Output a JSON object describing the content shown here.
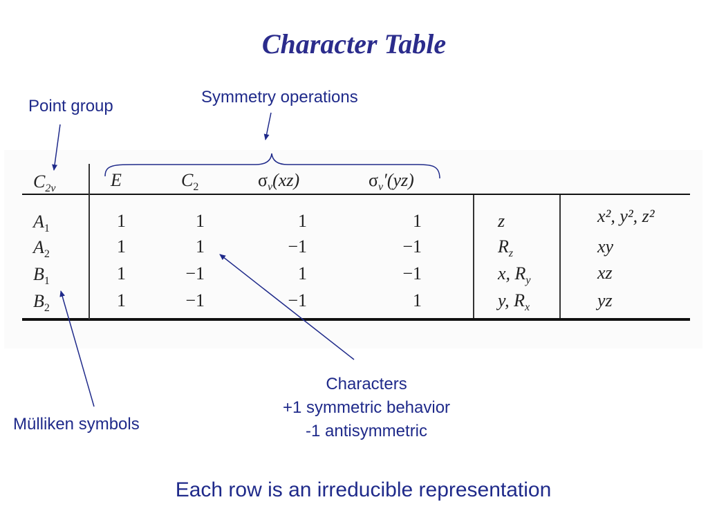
{
  "title": "Character Table",
  "callouts": {
    "point_group": "Point group",
    "symmetry_operations": "Symmetry operations",
    "mulliken": "Mülliken symbols",
    "characters_lines": [
      "Characters",
      "+1 symmetric behavior",
      "-1 antisymmetric"
    ]
  },
  "footer": "Each row is an irreducible representation",
  "table": {
    "point_group": {
      "base": "C",
      "sub": "2v"
    },
    "operations": [
      {
        "sym": "E",
        "sub": "",
        "arg": ""
      },
      {
        "sym": "C",
        "sub": "2",
        "arg": ""
      },
      {
        "sym": "σ",
        "sub": "v",
        "arg": "(xz)"
      },
      {
        "sym": "σ",
        "sub": "v",
        "arg": "′(yz)"
      }
    ],
    "rows": [
      {
        "label": "A",
        "label_sub": "1",
        "chars": [
          "1",
          "1",
          "1",
          "1"
        ],
        "linear": "z",
        "linear_sub": "",
        "quad": "x², y², z²"
      },
      {
        "label": "A",
        "label_sub": "2",
        "chars": [
          "1",
          "1",
          "−1",
          "−1"
        ],
        "linear": "R",
        "linear_sub": "z",
        "quad": "xy"
      },
      {
        "label": "B",
        "label_sub": "1",
        "chars": [
          "1",
          "−1",
          "1",
          "−1"
        ],
        "linear": "x, R",
        "linear_sub": "y",
        "quad": "xz"
      },
      {
        "label": "B",
        "label_sub": "2",
        "chars": [
          "1",
          "−1",
          "−1",
          "1"
        ],
        "linear": "y, R",
        "linear_sub": "x",
        "quad": "yz"
      }
    ]
  },
  "colors": {
    "title": "#2b2c8c",
    "callout": "#1f2a8a",
    "arrow": "#1f2a8a",
    "table_text": "#222222"
  }
}
